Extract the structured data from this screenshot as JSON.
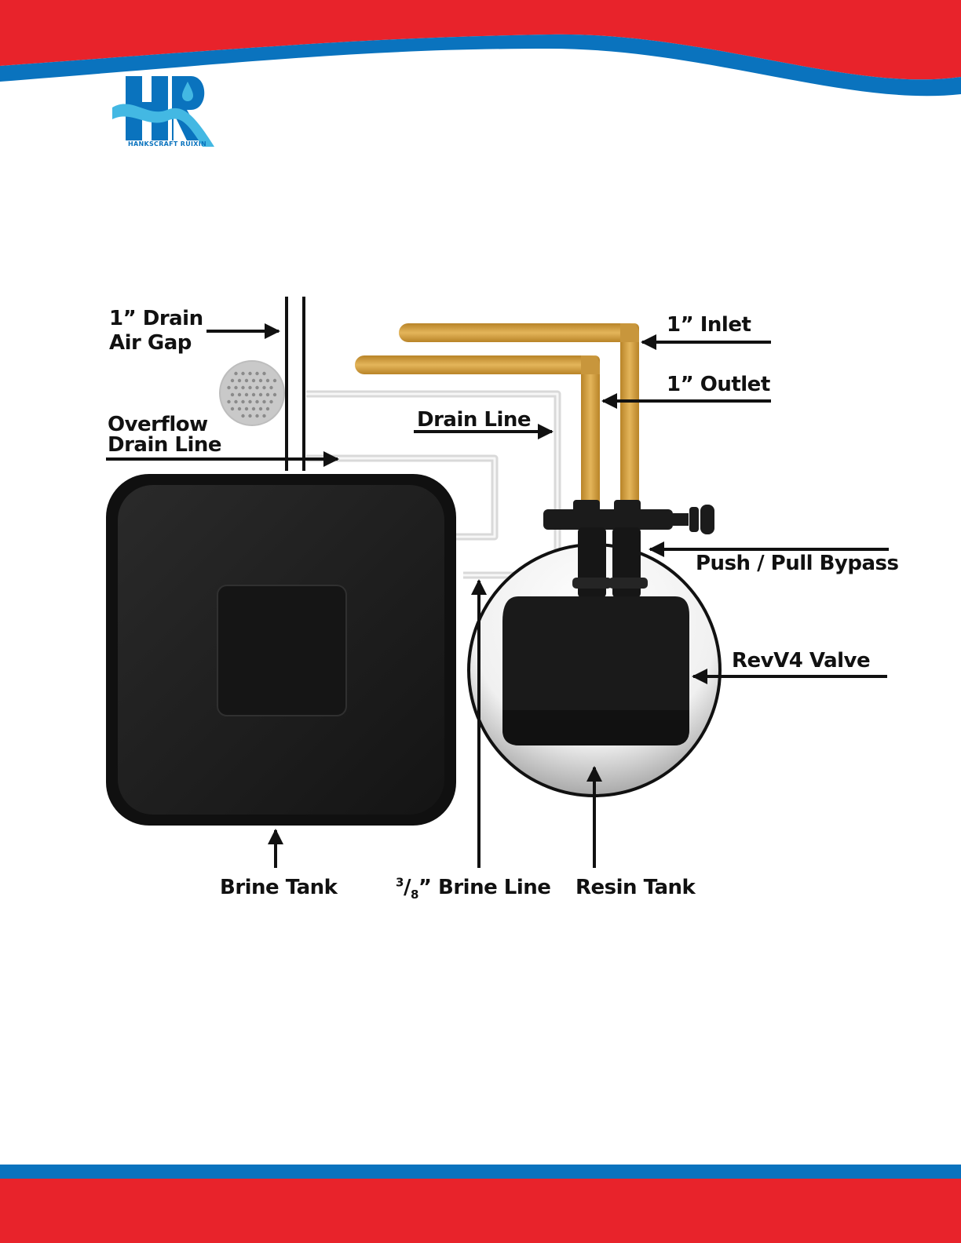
{
  "brand": {
    "name": "HANKSCRAFT RUIXIN",
    "primary_color": "#0a73be",
    "accent_color": "#e8232b",
    "light_blue": "#43b8e3"
  },
  "diagram": {
    "labels": {
      "drain_air_gap_line1": "1” Drain",
      "drain_air_gap_line2": "Air Gap",
      "overflow_line1": "Overflow",
      "overflow_line2": "Drain Line",
      "inlet": "1” Inlet",
      "outlet": "1” Outlet",
      "drain_line": "Drain Line",
      "bypass": "Push / Pull Bypass",
      "valve": "RevV4 Valve",
      "brine_tank": "Brine Tank",
      "brine_line_num": "3",
      "brine_line_den": "8",
      "brine_line_text": "” Brine Line",
      "resin_tank": "Resin Tank"
    },
    "colors": {
      "copper_pipe": "#d6a548",
      "tank": "#1c1c1c",
      "drain_tube": "#e6e6e6"
    }
  }
}
